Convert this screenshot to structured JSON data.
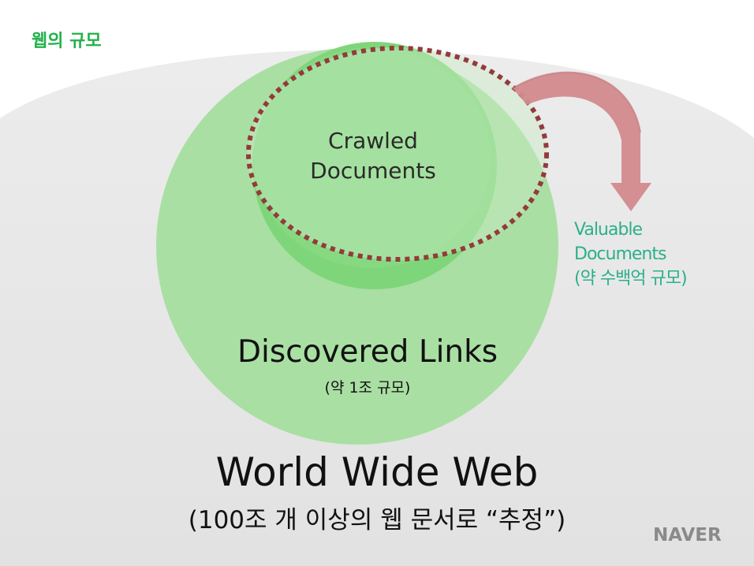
{
  "header": {
    "title": "웹의 규모"
  },
  "diagram": {
    "crawled": {
      "line1": "Crawled",
      "line2": "Documents"
    },
    "discovered": {
      "title": "Discovered Links",
      "subtitle": "(약 1조 규모)"
    },
    "valuable": {
      "line1": "Valuable",
      "line2": "Documents",
      "line3": "(약 수백억 규모)"
    },
    "www": {
      "title": "World Wide Web",
      "subtitle": "(100조 개 이상의 웹 문서로 “추정”)"
    }
  },
  "branding": {
    "logo": "NAVER"
  },
  "colors": {
    "title_green": "#22b14c",
    "discovered_fill": "#a9dfa3",
    "crawled_fill": "#7fd67a",
    "valuable_outline": "#943a3c",
    "arrow": "#d28a8d",
    "valuable_text": "#2bb08a",
    "www_background": "#e9e9e9",
    "logo": "#8a8a8a"
  },
  "icons": {
    "curved_arrow": "curved-arrow-icon"
  }
}
